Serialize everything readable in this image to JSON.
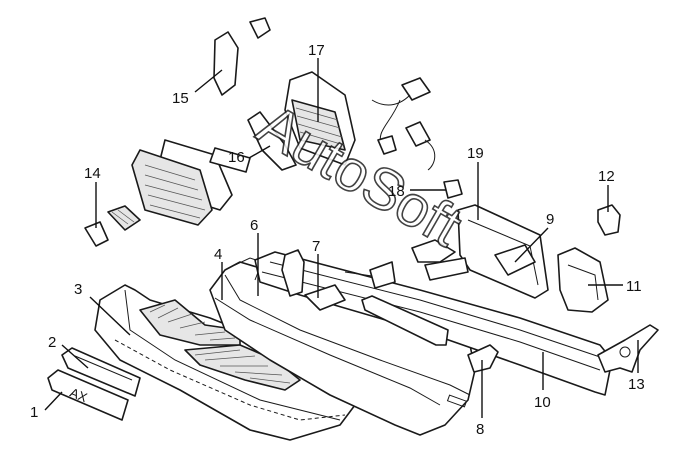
{
  "watermark": "AutoSoft",
  "plate_text": "AX",
  "callouts": [
    {
      "id": "1",
      "label": "1"
    },
    {
      "id": "2",
      "label": "2"
    },
    {
      "id": "3",
      "label": "3"
    },
    {
      "id": "4",
      "label": "4"
    },
    {
      "id": "6",
      "label": "6"
    },
    {
      "id": "7",
      "label": "7"
    },
    {
      "id": "8",
      "label": "8"
    },
    {
      "id": "9",
      "label": "9"
    },
    {
      "id": "10",
      "label": "10"
    },
    {
      "id": "11",
      "label": "11"
    },
    {
      "id": "12",
      "label": "12"
    },
    {
      "id": "13",
      "label": "13"
    },
    {
      "id": "14",
      "label": "14"
    },
    {
      "id": "15",
      "label": "15"
    },
    {
      "id": "16",
      "label": "16"
    },
    {
      "id": "17",
      "label": "17"
    },
    {
      "id": "18",
      "label": "18"
    },
    {
      "id": "19",
      "label": "19"
    }
  ],
  "colors": {
    "line": "#1a1a1a",
    "background": "#ffffff"
  }
}
